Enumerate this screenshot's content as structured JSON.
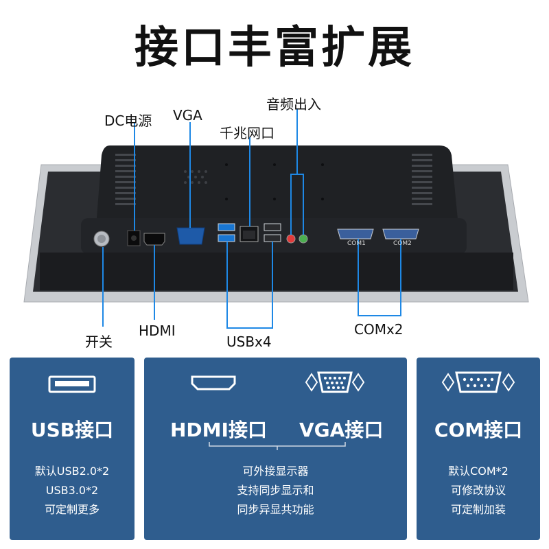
{
  "title": "接口丰富扩展",
  "labels": {
    "dc_power": "DC电源",
    "vga": "VGA",
    "gigabit_lan": "千兆网口",
    "audio": "音频出入",
    "switch": "开关",
    "hdmi": "HDMI",
    "usb": "USBx4",
    "com": "COMx2",
    "com1": "COM1",
    "com2": "COM2"
  },
  "cards": {
    "usb": {
      "title": "USB接口",
      "lines": [
        "默认USB2.0*2",
        "USB3.0*2",
        "可定制更多"
      ]
    },
    "display": {
      "hdmi_title": "HDMI接口",
      "vga_title": "VGA接口",
      "lines": [
        "可外接显示器",
        "支持同步显示和",
        "同步异显共功能"
      ]
    },
    "com": {
      "title": "COM接口",
      "lines": [
        "默认COM*2",
        "可修改协议",
        "可定制加装"
      ]
    }
  },
  "colors": {
    "card_bg": "#2f5d8e",
    "callout_line": "#1e88e5",
    "usb3_blue": "#1976d2"
  }
}
